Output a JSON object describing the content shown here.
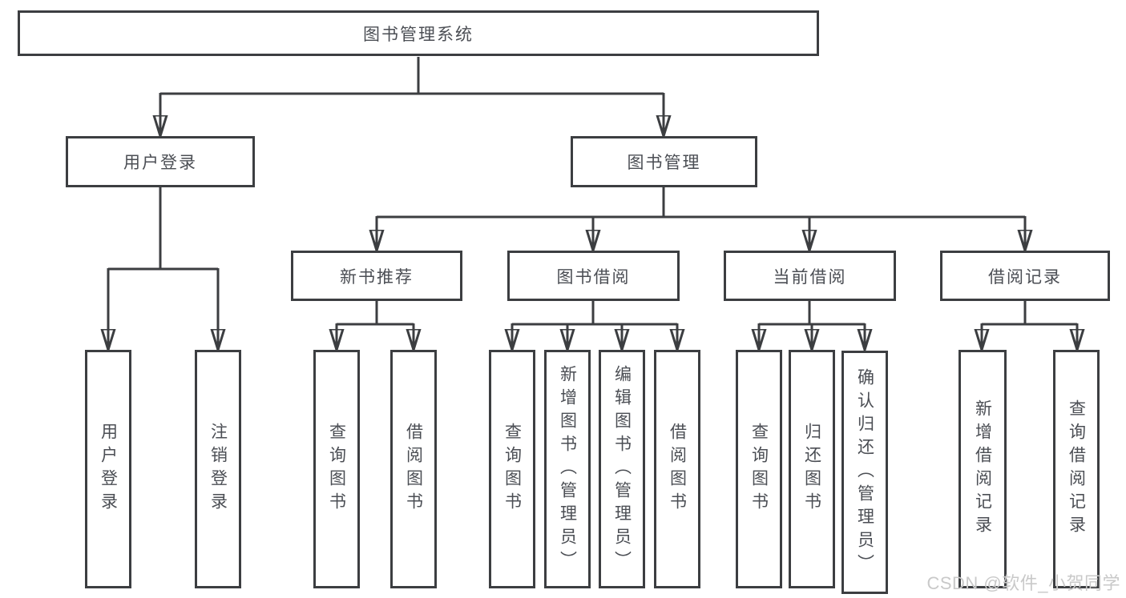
{
  "palette": {
    "background": "#ffffff",
    "line": "#3c3e41",
    "box_fill": "#ffffff",
    "text": "#4b4e54",
    "watermark": "#c9c9c9"
  },
  "watermark": {
    "text": "CSDN @软件_小贺同学"
  },
  "tree": {
    "root": {
      "label": "图书管理系统"
    },
    "level2": [
      {
        "label": "用户登录",
        "children": [
          {
            "label": "用户登录"
          },
          {
            "label": "注销登录"
          }
        ]
      },
      {
        "label": "图书管理",
        "children": [
          {
            "label": "新书推荐",
            "children": [
              {
                "label": "查询图书"
              },
              {
                "label": "借阅图书"
              }
            ]
          },
          {
            "label": "图书借阅",
            "children": [
              {
                "label": "查询图书"
              },
              {
                "label": "新增图书（管理员）"
              },
              {
                "label": "编辑图书（管理员）"
              },
              {
                "label": "借阅图书"
              }
            ]
          },
          {
            "label": "当前借阅",
            "children": [
              {
                "label": "查询图书"
              },
              {
                "label": "归还图书"
              },
              {
                "label": "确认归还（管理员）"
              }
            ]
          },
          {
            "label": "借阅记录",
            "children": [
              {
                "label": "新增借阅记录"
              },
              {
                "label": "查询借阅记录"
              }
            ]
          }
        ]
      }
    ]
  }
}
